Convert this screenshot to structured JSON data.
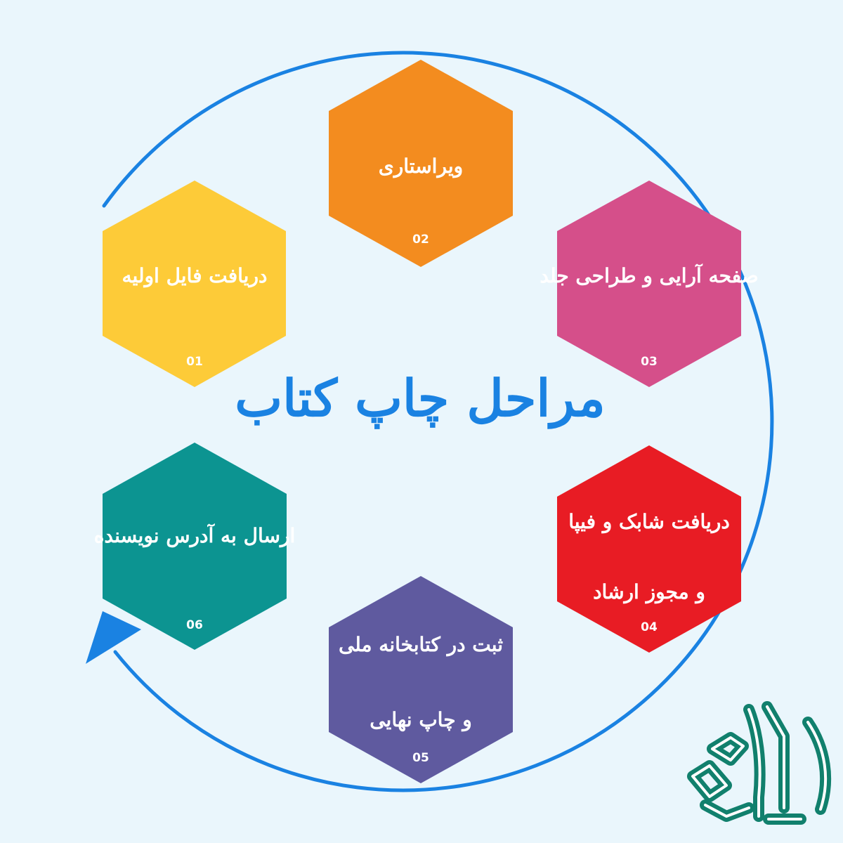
{
  "title": "مراحل چاپ کتاب",
  "colors": {
    "background": "#eaf6fc",
    "accent": "#1a82e2",
    "logo": "#11806d"
  },
  "steps": [
    {
      "number": "01",
      "lines": [
        "دریافت فایل اولیه"
      ],
      "color": "#fdcb38"
    },
    {
      "number": "02",
      "lines": [
        "ویراستاری"
      ],
      "color": "#f38c1f"
    },
    {
      "number": "03",
      "lines": [
        "صفحه آرایی و طراحی جلد"
      ],
      "color": "#d54f8a"
    },
    {
      "number": "04",
      "lines": [
        "دریافت شابک و فیپا",
        "و مجوز ارشاد"
      ],
      "color": "#e81c24"
    },
    {
      "number": "05",
      "lines": [
        "ثبت در کتابخانه ملی",
        "و چاپ نهایی"
      ],
      "color": "#5f5a9f"
    },
    {
      "number": "06",
      "lines": [
        "ارسال به آدرس نویسنده"
      ],
      "color": "#0c9491"
    }
  ],
  "logo": {
    "icon": "calligraphy-logo-icon"
  }
}
